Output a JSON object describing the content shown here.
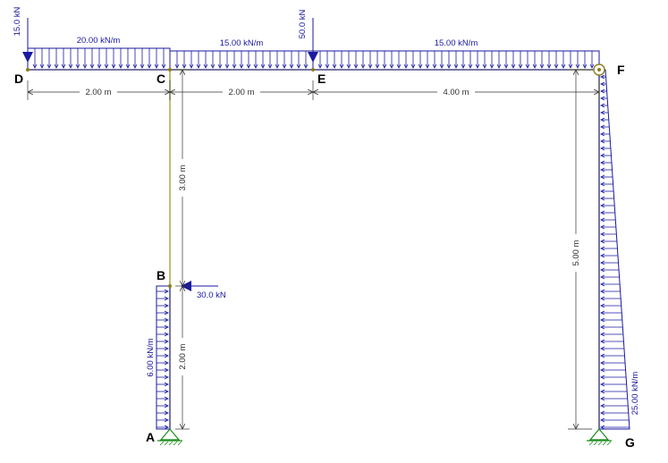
{
  "colors": {
    "member": "#a8a84c",
    "node": "#8b7d1a",
    "load": "#1a1aa0",
    "dimension": "#333333",
    "support": "#1a8a1a"
  },
  "nodes": {
    "A": "A",
    "B": "B",
    "C": "C",
    "D": "D",
    "E": "E",
    "F": "F",
    "G": "G"
  },
  "loads": {
    "point_d": "15.0 kN",
    "point_e": "50.0 kN",
    "point_b": "30.0 kN",
    "udl_dc": "20.00 kN/m",
    "udl_ce": "15.00 kN/m",
    "udl_ef": "15.00 kN/m",
    "udl_ab": "6.00 kN/m",
    "trap_fg": "25.00 kN/m"
  },
  "dimensions": {
    "dc": "2.00 m",
    "ce": "2.00 m",
    "ef": "4.00 m",
    "cb": "3.00 m",
    "ba": "2.00 m",
    "fg": "5.00 m"
  }
}
